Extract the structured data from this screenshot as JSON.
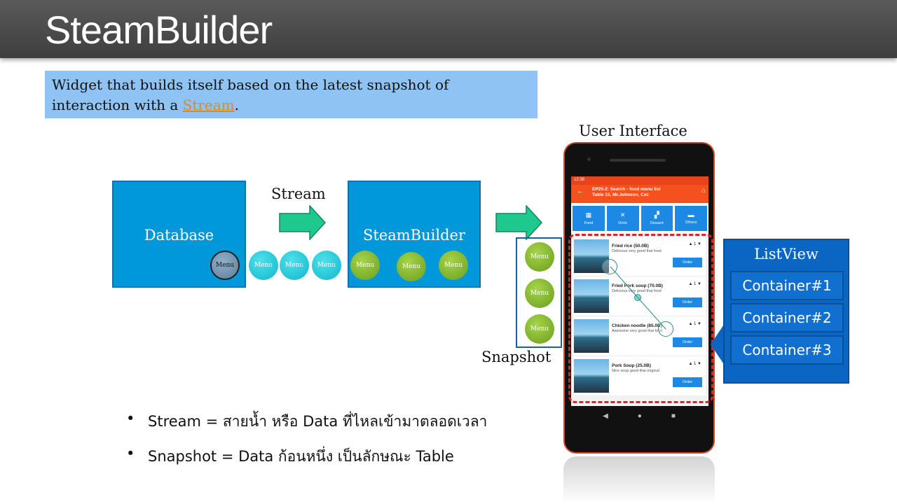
{
  "title": "SteamBuilder",
  "description": {
    "text_before": "Widget that builds itself based on the latest snapshot of interaction with a ",
    "link": "Stream",
    "text_after": "."
  },
  "flow": {
    "database_label": "Database",
    "stream_label": "Stream",
    "steambuilder_label": "SteamBuilder",
    "snapshot_label": "Snapshot",
    "ui_label": "User Interface",
    "ball_label": "Menu"
  },
  "phone": {
    "status_time": "12:38",
    "appbar_title": "EP25-2: Search - food menu list",
    "appbar_subtitle": "Table 15, Mr.Johnson, Cat:",
    "categories": [
      "Food",
      "Drink",
      "Dessert",
      "Others"
    ],
    "items": [
      {
        "name": "Fried rice (50.0B)",
        "desc": "Delicious very good thai food",
        "qty": "1",
        "order": "Order"
      },
      {
        "name": "Fried Pork soup (70.0B)",
        "desc": "Delicious very good thai food",
        "qty": "1",
        "order": "Order"
      },
      {
        "name": "Chicken noodle (85.0B)",
        "desc": "Awesome very good thai food",
        "qty": "1",
        "order": "Order"
      },
      {
        "name": "Pork Soup (25.0B)",
        "desc": "Nice soup good thai original",
        "qty": "1",
        "order": "Order"
      }
    ]
  },
  "listview": {
    "title": "ListView",
    "containers": [
      "Container#1",
      "Container#2",
      "Container#3"
    ]
  },
  "bullets": [
    "Stream  = สายน้ำ หรือ Data ที่ไหลเข้ามาตลอดเวลา",
    "Snapshot = Data ก้อนหนึ่ง เป็นลักษณะ Table"
  ],
  "colors": {
    "title_bar": "#4a4a4a",
    "desc_bg": "#8fc3f3",
    "box_blue": "#0098d8",
    "arrow_green": "#1fc98e",
    "listview_blue": "#0a66c2",
    "app_orange": "#f4511e",
    "dashed_red": "#e0202a"
  }
}
